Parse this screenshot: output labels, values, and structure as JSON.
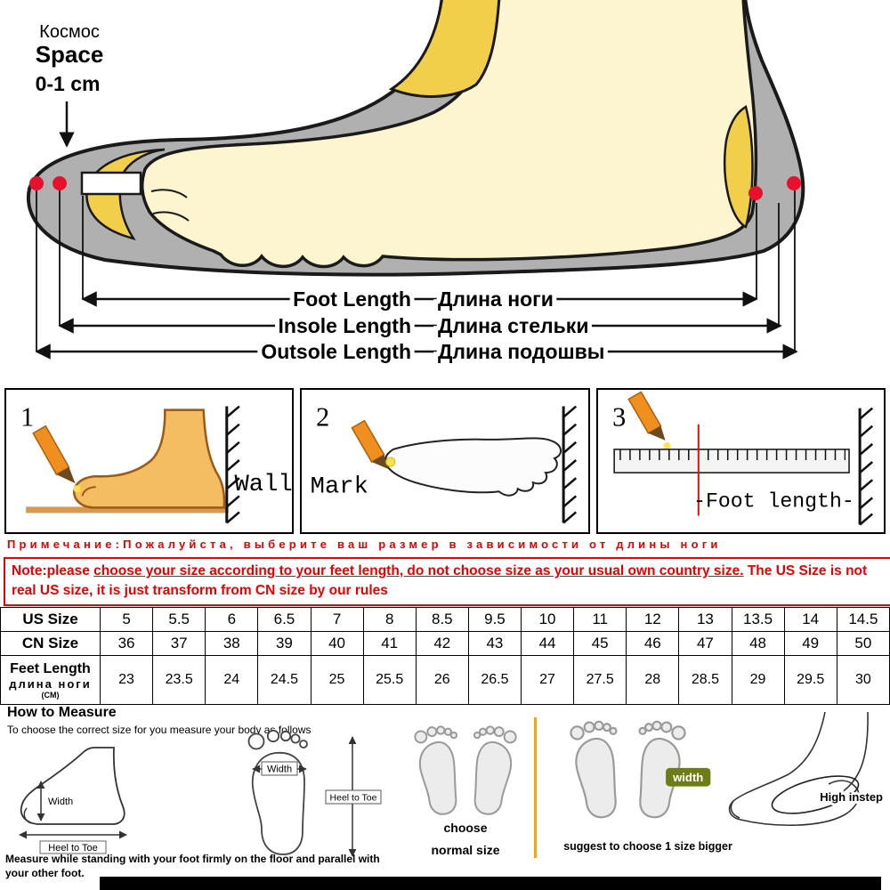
{
  "diagram": {
    "space_ru": "Космос",
    "space_en": "Space",
    "space_value": "0-1 cm",
    "measurements": [
      {
        "en": "Foot Length",
        "ru": "Длина ноги"
      },
      {
        "en": "Insole Length",
        "ru": "Длина стельки"
      },
      {
        "en": "Outsole Length",
        "ru": "Длина подошвы"
      }
    ]
  },
  "steps": [
    {
      "number": "1",
      "label": "Wall"
    },
    {
      "number": "2",
      "label": "Mark"
    },
    {
      "number": "3",
      "label": "-Foot length-"
    }
  ],
  "ru_note": "Примечание:Пожалуйста, выберите ваш размер в зависимости от длины ноги",
  "note_box": {
    "prefix": "Note:please ",
    "underlined": "choose your size according to your feet length, do not choose size as your usual own country size.",
    "rest": " The US Size is not real US size, it is just transform from CN size by our rules"
  },
  "size_table": {
    "us_label": "US Size",
    "cn_label": "CN Size",
    "feet_label": "Feet Length",
    "feet_label_ru": "длина ноги",
    "feet_label_unit": "(CM)",
    "us": [
      "5",
      "5.5",
      "6",
      "6.5",
      "7",
      "8",
      "8.5",
      "9.5",
      "10",
      "11",
      "12",
      "13",
      "13.5",
      "14",
      "14.5"
    ],
    "cn": [
      "36",
      "37",
      "38",
      "39",
      "40",
      "41",
      "42",
      "43",
      "44",
      "45",
      "46",
      "47",
      "48",
      "49",
      "50"
    ],
    "feet": [
      "23",
      "23.5",
      "24",
      "24.5",
      "25",
      "25.5",
      "26",
      "26.5",
      "27",
      "27.5",
      "28",
      "28.5",
      "29",
      "29.5",
      "30"
    ]
  },
  "measure": {
    "title": "How to Measure",
    "subtitle": "To choose the correct size for you measure your body as follows",
    "width_label": "Width",
    "heel_to_toe": "Heel to Toe",
    "fp_width_label": "Width",
    "fp_heel_to_toe": "Heel to Toe",
    "standing_note": "Measure while standing with your foot firmly on the floor and parallel with your other foot.",
    "choose_line1": "choose",
    "choose_line2": "normal size",
    "suggest": "suggest to choose 1 size bigger",
    "width_tag": "width",
    "high_instep": "High instep"
  },
  "colors": {
    "accent_red": "#e60000",
    "shoe_gray": "#b0b0b0",
    "foot_cream": "#fdf4d0",
    "highlight_yellow": "#f2cf4a",
    "divider_orange": "#f6a21b"
  }
}
